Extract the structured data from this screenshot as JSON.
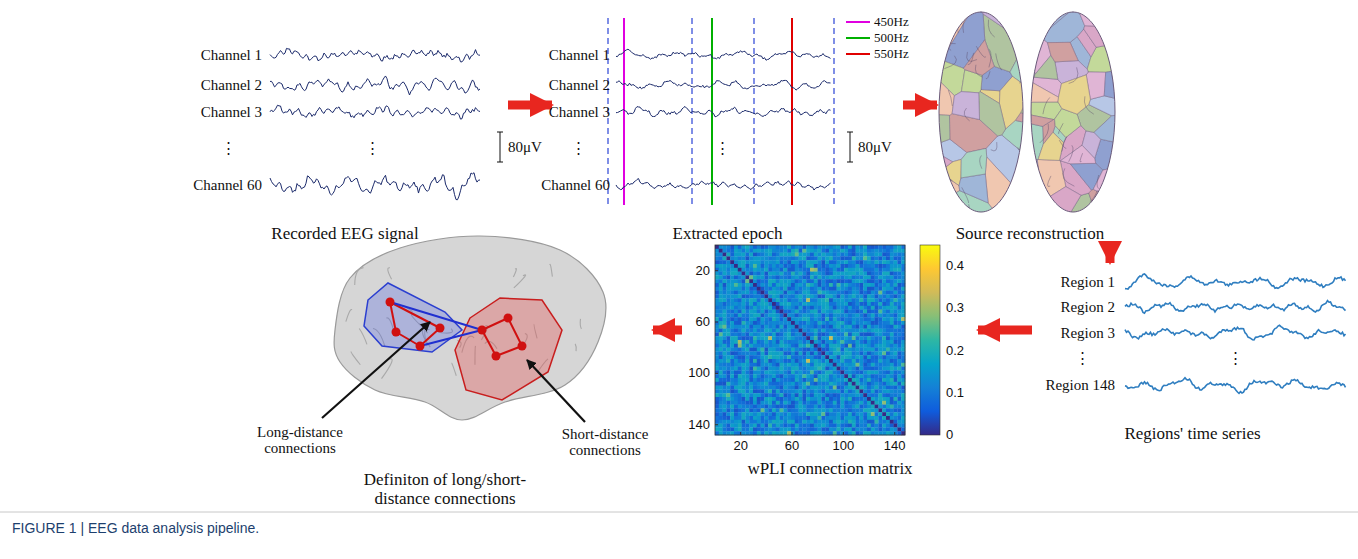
{
  "diagram": {
    "caption": "FIGURE 1 | EEG data analysis pipeline.",
    "nodes": [
      {
        "text": [
          "Recorded EEG signal"
        ]
      },
      {
        "text": [
          "Extracted epoch"
        ]
      },
      {
        "text": [
          "Source reconstruction"
        ]
      },
      {
        "text": [
          "Definiton of long/short-distance connections"
        ]
      },
      {
        "text": [
          "wPLI connection matrix"
        ]
      },
      {
        "text": [
          "Regions' time series"
        ]
      }
    ],
    "edges": [
      {
        "from": 0,
        "to": 1,
        "arrow": "to"
      },
      {
        "from": 1,
        "to": 2,
        "arrow": "to"
      },
      {
        "from": 2,
        "to": 5,
        "arrow": "to"
      },
      {
        "from": 5,
        "to": 4,
        "arrow": "to"
      },
      {
        "from": 4,
        "to": 3,
        "arrow": "to"
      }
    ],
    "labels": [
      "Channel 1",
      "Channel 2",
      "Channel 3",
      "⋮",
      "⋮",
      "Channel 60",
      "80μV",
      "Channel 1",
      "Channel 2",
      "Channel 3",
      "⋮",
      "⋮",
      "Channel 60",
      "80μV",
      "Region 1",
      "Region 2",
      "Region 3",
      "⋮",
      "⋮",
      "Region 148",
      "20",
      "60",
      "100",
      "140",
      "20",
      "60",
      "100",
      "140",
      "0.4",
      "0.3",
      "0.2",
      "0.1",
      "0",
      "Long-distance connections",
      "Short-distance connections"
    ],
    "legend": [
      {
        "text": "450Hz"
      },
      {
        "text": "500Hz"
      },
      {
        "text": "550Hz"
      }
    ]
  }
}
